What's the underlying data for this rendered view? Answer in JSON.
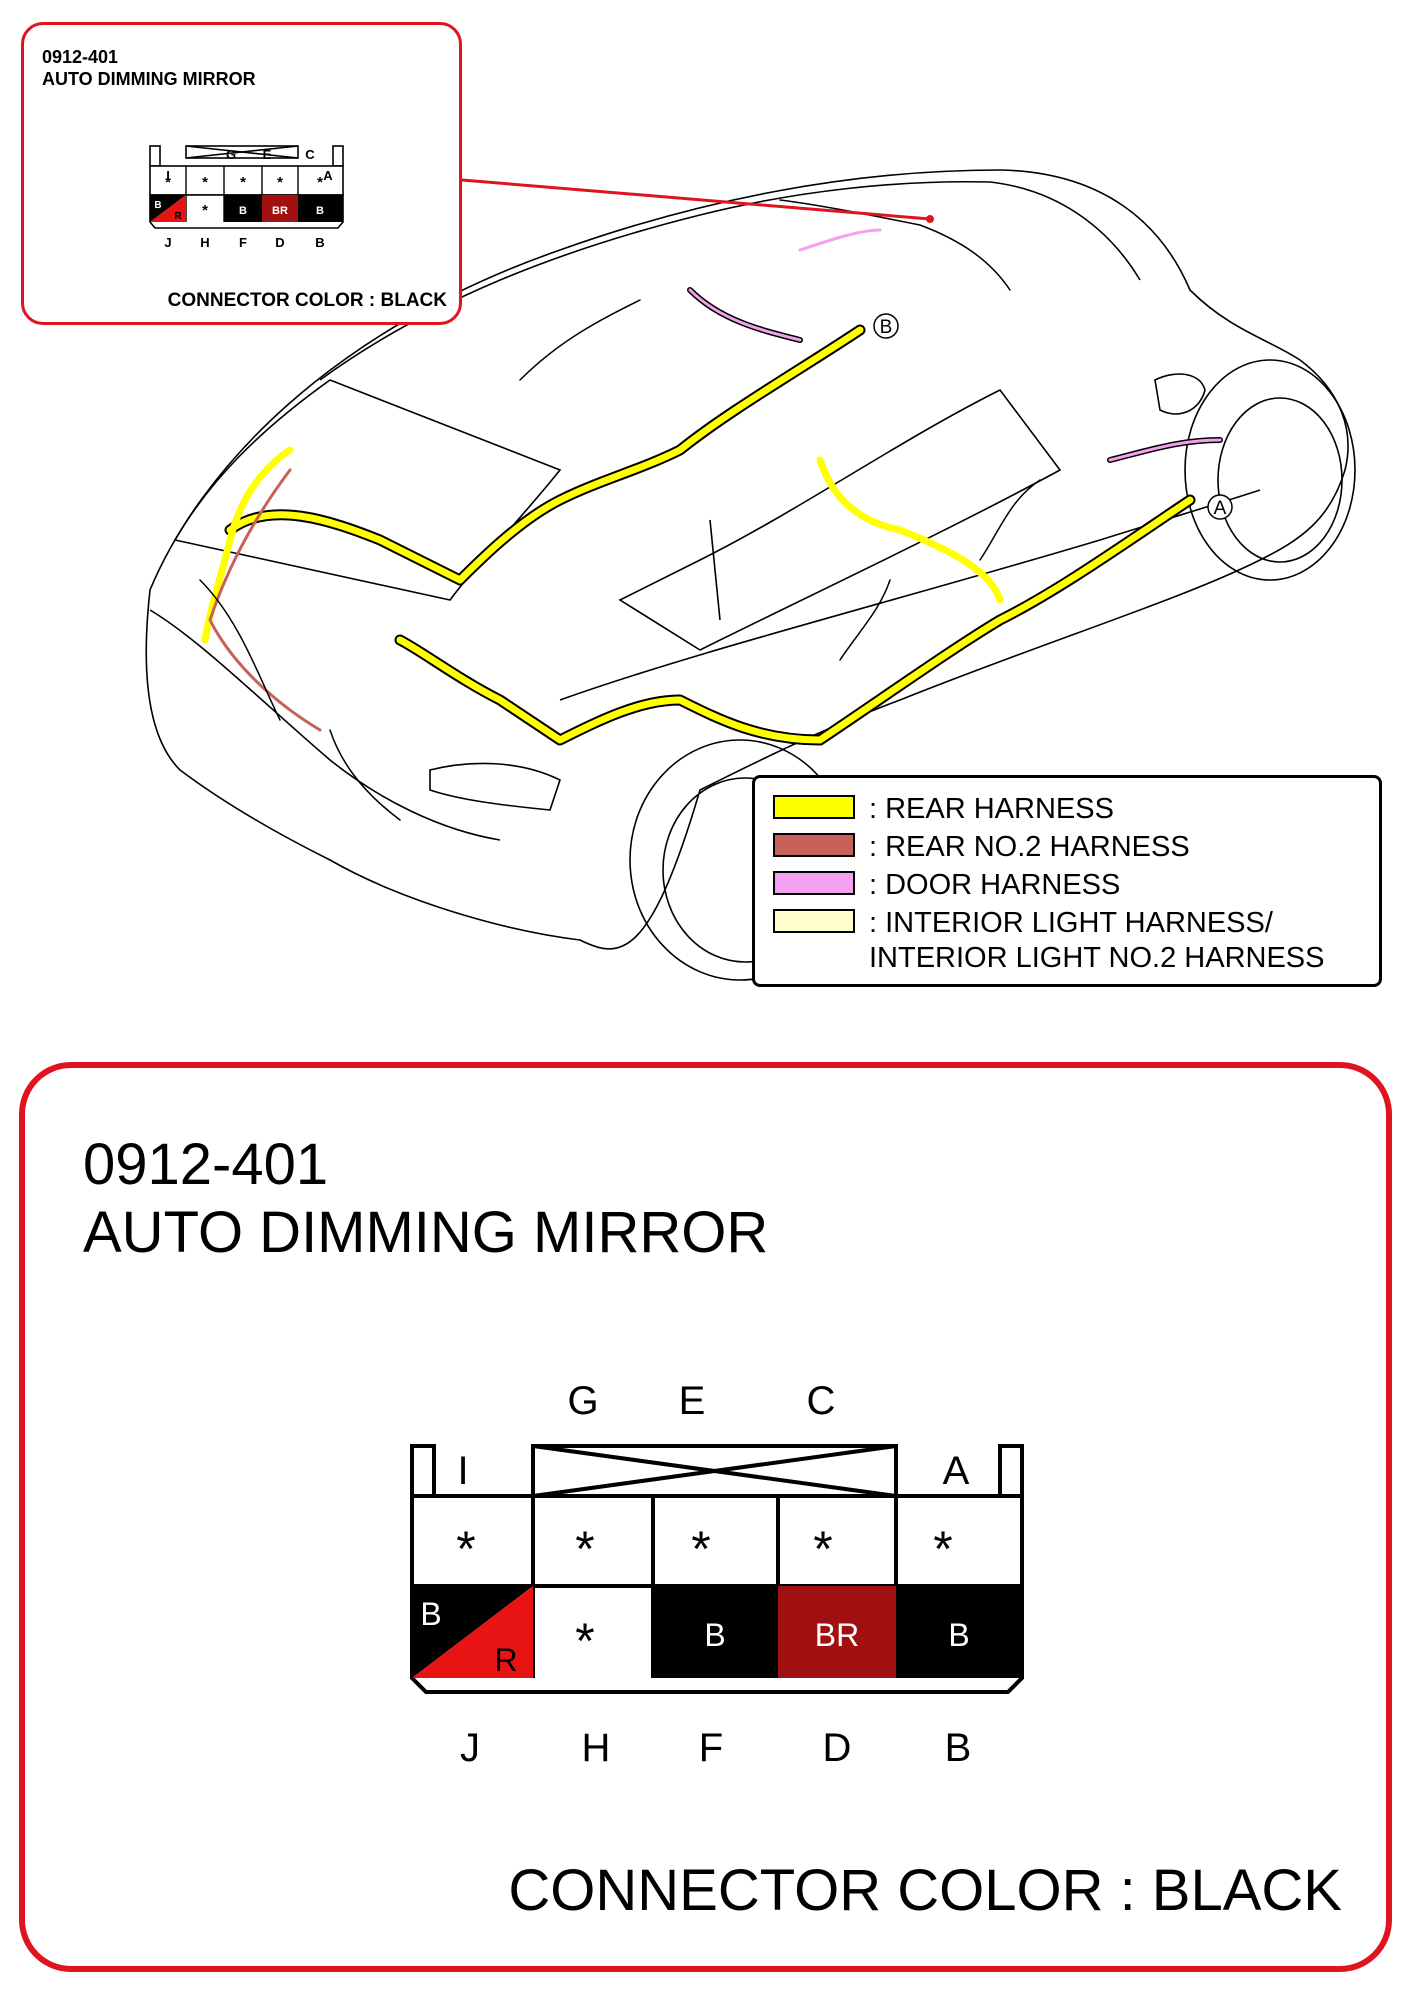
{
  "connector": {
    "code": "0912-401",
    "name": "AUTO DIMMING MIRROR",
    "color_label": "CONNECTOR COLOR : BLACK",
    "top_pins": [
      "G",
      "E",
      "C"
    ],
    "side_labels": {
      "left": "I",
      "right": "A"
    },
    "bottom_pins": [
      "J",
      "H",
      "F",
      "D",
      "B"
    ],
    "upper_row": [
      "*",
      "*",
      "*",
      "*",
      "*"
    ],
    "lower_row": [
      {
        "pin": "J",
        "wire": "B",
        "stripe": "R"
      },
      {
        "pin": "H",
        "wire": "*"
      },
      {
        "pin": "F",
        "wire": "B"
      },
      {
        "pin": "D",
        "wire": "BR"
      },
      {
        "pin": "B",
        "wire": "B"
      }
    ]
  },
  "markers": {
    "a": "A",
    "b": "B"
  },
  "legend": [
    {
      "label": ": REAR HARNESS",
      "color": "#ffff00"
    },
    {
      "label": ": REAR NO.2 HARNESS",
      "color": "#c8605a"
    },
    {
      "label": ": DOOR HARNESS",
      "color": "#f4a0f0"
    },
    {
      "label": ": INTERIOR LIGHT HARNESS/",
      "color": "#ffffcc"
    },
    {
      "label": "INTERIOR LIGHT NO.2 HARNESS",
      "color": ""
    }
  ],
  "colors": {
    "callout_border": "#e0141e",
    "rear_harness": "#ffff00",
    "rear_no2_harness": "#c8605a",
    "door_harness": "#f4a0f0",
    "interior_light_harness": "#ffffcc",
    "wire_black": "#000000",
    "wire_brown": "#a01010",
    "wire_red": "#e81414"
  }
}
